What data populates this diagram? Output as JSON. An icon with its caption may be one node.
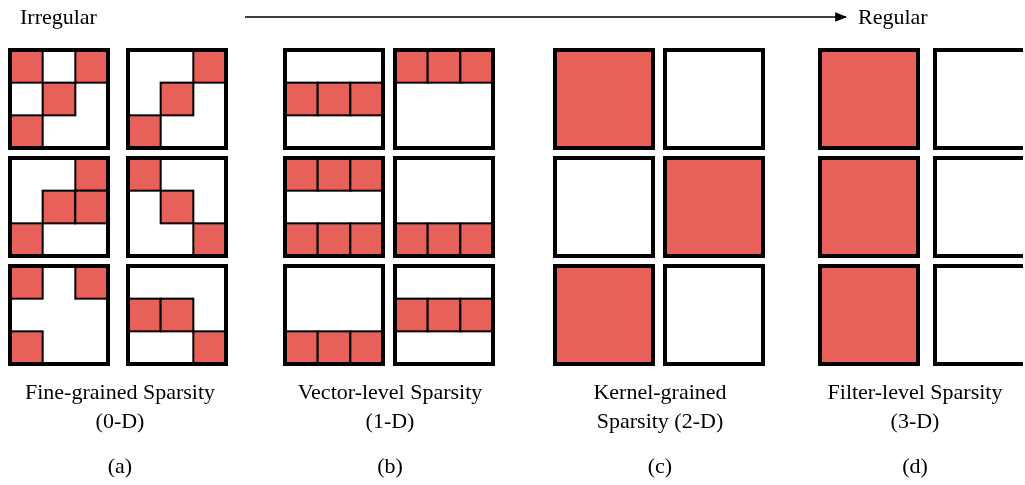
{
  "diagram": {
    "labels": [
      "Irregular",
      "Regular",
      "Fine-grained Sparsity (0-D)",
      "Vector-level Sparsity (1-D)",
      "Kernel-grained Sparsity (2-D)",
      "Filter-level Sparsity (3-D)",
      "(a)",
      "(b)",
      "(c)",
      "(d)"
    ]
  }
}
